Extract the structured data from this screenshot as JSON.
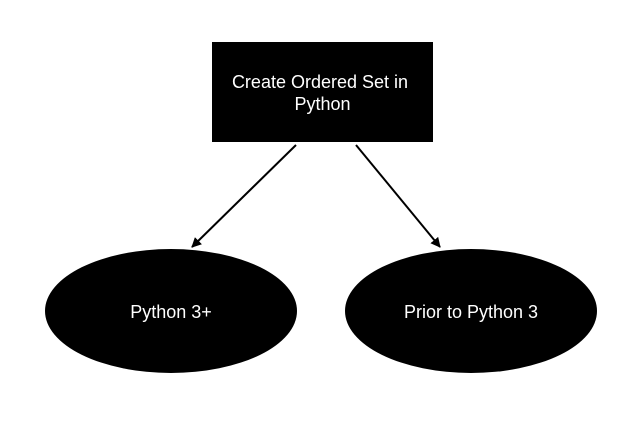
{
  "root": {
    "lines": [
      "Create Ordered Set in",
      "Python"
    ]
  },
  "children": [
    {
      "label": "Python 3+"
    },
    {
      "label": "Prior to Python 3"
    }
  ],
  "colors": {
    "node_fill": "#000000",
    "node_text": "#ffffff",
    "edge": "#000000",
    "background": "#ffffff"
  }
}
